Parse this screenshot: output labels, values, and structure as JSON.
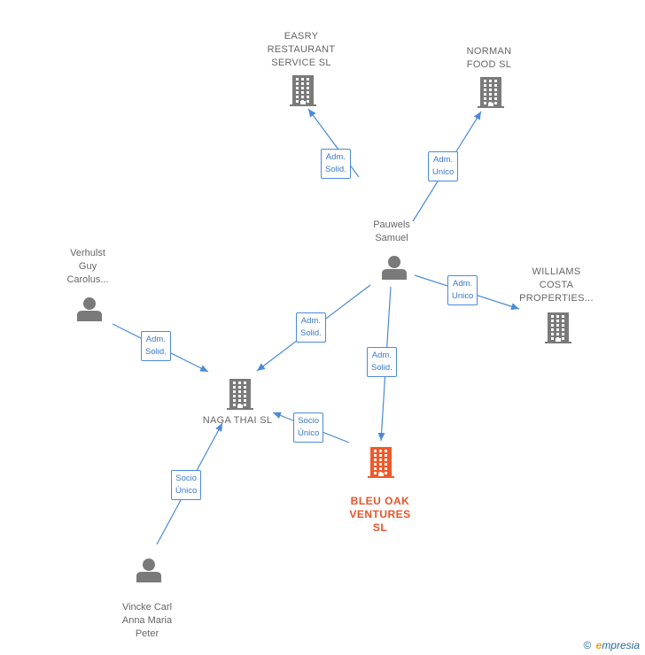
{
  "colors": {
    "edge": "#4a8ad8",
    "node": "#7a7a7a",
    "focus": "#f0592a"
  },
  "nodes": [
    {
      "id": "easry",
      "type": "company",
      "label": "EASRY\nRESTAURANT\nSERVICE  SL",
      "icon": "building-icon"
    },
    {
      "id": "norman",
      "type": "company",
      "label": "NORMAN\nFOOD  SL",
      "icon": "building-icon"
    },
    {
      "id": "pauwels",
      "type": "person",
      "label": "Pauwels\nSamuel",
      "icon": "person-icon"
    },
    {
      "id": "williams",
      "type": "company",
      "label": "WILLIAMS\nCOSTA\nPROPERTIES...",
      "icon": "building-icon"
    },
    {
      "id": "verhulst",
      "type": "person",
      "label": "Verhulst\nGuy\nCarolus...",
      "icon": "person-icon"
    },
    {
      "id": "naga",
      "type": "company",
      "label": "NAGA THAI SL",
      "icon": "building-icon"
    },
    {
      "id": "bleu",
      "type": "focus",
      "label": "BLEU OAK\nVENTURES\nSL",
      "icon": "building-icon"
    },
    {
      "id": "vincke",
      "type": "person",
      "label": "Vincke Carl\nAnna Maria\nPeter",
      "icon": "person-icon"
    }
  ],
  "edges": [
    {
      "from": "pauwels",
      "to": "easry",
      "label": "Adm.\nSolid."
    },
    {
      "from": "pauwels",
      "to": "norman",
      "label": "Adm.\nUnico"
    },
    {
      "from": "pauwels",
      "to": "williams",
      "label": "Adm.\nUnico"
    },
    {
      "from": "pauwels",
      "to": "naga",
      "label": "Adm.\nSolid."
    },
    {
      "from": "pauwels",
      "to": "bleu",
      "label": "Adm.\nSolid."
    },
    {
      "from": "verhulst",
      "to": "naga",
      "label": "Adm.\nSolid."
    },
    {
      "from": "bleu",
      "to": "naga",
      "label": "Socio\nÚnico"
    },
    {
      "from": "vincke",
      "to": "naga",
      "label": "Socio\nÚnico"
    }
  ],
  "footer": {
    "copyright": "©",
    "brand_e": "e",
    "brand_rest": "mpresia"
  }
}
